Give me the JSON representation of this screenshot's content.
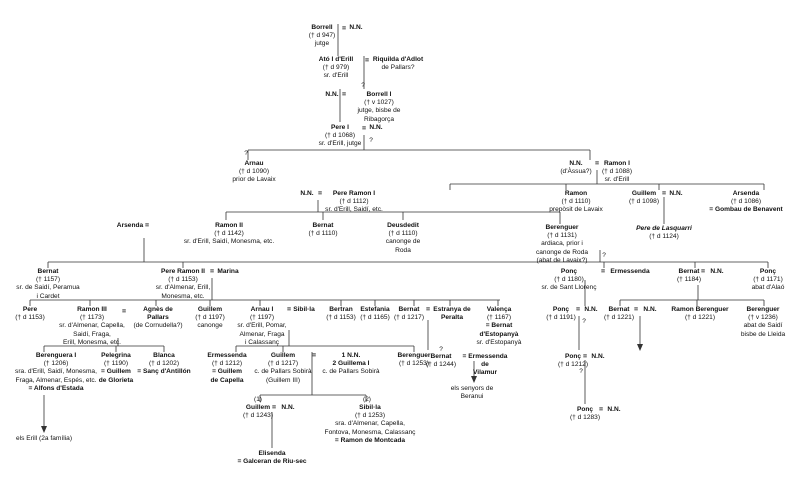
{
  "persons": {
    "borrell": {
      "name": "Borrell",
      "lines": [
        "(† d 947)",
        "jutge"
      ]
    },
    "nn1": {
      "name": "N.N.",
      "lines": []
    },
    "ato": {
      "name": "Ató I d'Erill",
      "lines": [
        "(† d 979)",
        "sr. d'Erill"
      ]
    },
    "riquilda": {
      "name": "Riquilda d'Adlot",
      "lines": [
        "de Pallars?"
      ]
    },
    "nn2": {
      "name": "N.N.",
      "lines": []
    },
    "borrell1": {
      "name": "Borrell I",
      "lines": [
        "(† v 1027)",
        "jutge, bisbe de",
        "Ribagorça"
      ]
    },
    "pere1": {
      "name": "Pere I",
      "lines": [
        "(† d 1068)",
        "sr. d'Erill, jutge"
      ]
    },
    "nn3": {
      "name": "N.N.",
      "lines": []
    },
    "arnau": {
      "name": "Arnau",
      "lines": [
        "(† d 1090)",
        "prior de Lavaix"
      ]
    },
    "nn_assua": {
      "name": "N.N.",
      "lines": [
        "(d'Àssua?)"
      ]
    },
    "ramon1": {
      "name": "Ramon I",
      "lines": [
        "(† d 1088)",
        "sr. d'Erill"
      ]
    },
    "nn4": {
      "name": "N.N.",
      "lines": []
    },
    "pereramon1": {
      "name": "Pere Ramon I",
      "lines": [
        "(† d 1112)",
        "sr. d'Erill, Saidí, etc."
      ]
    },
    "ramon_prep": {
      "name": "Ramon",
      "lines": [
        "(† d 1110)",
        "prepòsit de Lavaix"
      ]
    },
    "guillem1098": {
      "name": "Guillem",
      "lines": [
        "(† d 1098)"
      ]
    },
    "nn5": {
      "name": "N.N.",
      "lines": []
    },
    "arsenda_top": {
      "name": "Arsenda",
      "lines": [
        "(† d 1086)"
      ],
      "spouse": "= Gombau de Benavent"
    },
    "pere_lasquarri": {
      "name": "Pere de Lasquarri",
      "lines": [
        "(† d 1124)"
      ]
    },
    "arsenda2": {
      "name": "Arsenda",
      "lines": []
    },
    "ramon2": {
      "name": "Ramon II",
      "lines": [
        "(† d 1142)",
        "sr. d'Erill, Saidí, Monesma, etc."
      ]
    },
    "bernat1110": {
      "name": "Bernat",
      "lines": [
        "(† d 1110)"
      ]
    },
    "deusdedit": {
      "name": "Deusdedit",
      "lines": [
        "(† d 1110)",
        "canonge de",
        "Roda"
      ]
    },
    "berenguer1131": {
      "name": "Berenguer",
      "lines": [
        "(† d 1131)",
        "ardiaca, prior i",
        "canonge de Roda",
        "(abat de Lavaix?)"
      ]
    },
    "bernat1157": {
      "name": "Bernat",
      "lines": [
        "(† 1157)",
        "sr. de Saidí, Peramua",
        "i Cardet"
      ]
    },
    "pereramon2": {
      "name": "Pere Ramon II",
      "lines": [
        "(† d 1153)",
        "sr. d'Almenar, Erill,",
        "Monesma, etc."
      ]
    },
    "marina": {
      "name": "Marina",
      "lines": []
    },
    "ponc1180": {
      "name": "Ponç",
      "lines": [
        "(† d 1180)",
        "sr. de Sant Llorenç"
      ]
    },
    "ermessenda1": {
      "name": "Ermessenda",
      "lines": []
    },
    "bernat1184": {
      "name": "Bernat",
      "lines": [
        "(† 1184)"
      ]
    },
    "nn6": {
      "name": "N.N.",
      "lines": []
    },
    "ponc1171": {
      "name": "Ponç",
      "lines": [
        "(† d 1171)",
        "abat d'Alaó"
      ]
    },
    "pere1153": {
      "name": "Pere",
      "lines": [
        "(† d 1153)"
      ]
    },
    "ramon3": {
      "name": "Ramon III",
      "lines": [
        "(† 1173)",
        "sr. d'Almenar, Capella,",
        "Saidí, Fraga,",
        "Erill, Monesma, etc."
      ]
    },
    "agnes": {
      "name": "Agnès de",
      "lines": [
        "(de Cornudella?)"
      ],
      "name2": "Pallars"
    },
    "guillem1197": {
      "name": "Guillem",
      "lines": [
        "(† d 1197)",
        "canonge"
      ]
    },
    "arnau1": {
      "name": "Arnau I",
      "lines": [
        "(† 1197)",
        "sr. d'Erill, Pomar,",
        "Almenar, Fraga",
        "i Calassanç"
      ]
    },
    "sibilla1": {
      "name": "Sibil·la",
      "lines": []
    },
    "bertran": {
      "name": "Bertran",
      "lines": [
        "(† d 1153)"
      ]
    },
    "estefania": {
      "name": "Estefania",
      "lines": [
        "(† d 1165)"
      ]
    },
    "bernat1217": {
      "name": "Bernat",
      "lines": [
        "(† d 1217)"
      ]
    },
    "estranya": {
      "name": "Estranya de",
      "lines": [],
      "name2": "Peralta"
    },
    "valenca": {
      "name": "Valença",
      "lines": [
        "(† 1167)"
      ],
      "spouse": [
        "= Bernat",
        "d'Estopanyà",
        "sr. d'Estopanyà"
      ]
    },
    "ponc1191": {
      "name": "Ponç",
      "lines": [
        "(† d 1191)"
      ]
    },
    "nn7": {
      "name": "N.N.",
      "lines": []
    },
    "bernat1221": {
      "name": "Bernat",
      "lines": [
        "(† d 1221)"
      ]
    },
    "nn8": {
      "name": "N.N.",
      "lines": []
    },
    "ramonberenguer": {
      "name": "Ramon Berenguer",
      "lines": [
        "(† d 1221)"
      ]
    },
    "berenguer1236": {
      "name": "Berenguer",
      "lines": [
        "(† v 1236)",
        "abat de Saidí",
        "bisbe de Lleida"
      ]
    },
    "berenguera1": {
      "name": "Berenguera I",
      "lines": [
        "(† 1206)",
        "sra. d'Erill, Saidí, Monesma,",
        "Fraga, Almenar, Espés, etc."
      ],
      "spouse": "= Alfons d'Estada"
    },
    "pelegrina": {
      "name": "Pelegrina",
      "lines": [
        "(† 1190)"
      ],
      "spouse": [
        "= Guillem",
        "de Glorieta"
      ]
    },
    "blanca": {
      "name": "Blanca",
      "lines": [
        "(† d 1202)"
      ],
      "spouse": "= Sanç d'Antillón"
    },
    "ermessenda1212": {
      "name": "Ermessenda",
      "lines": [
        "(† d 1212)"
      ],
      "spouse": [
        "= Guillem",
        "de Capella"
      ]
    },
    "guillem1217": {
      "name": "Guillem",
      "lines": [
        "(† d 1217)",
        "c. de Pallars Sobirà",
        "(Guillem III)"
      ]
    },
    "nn_1": {
      "name": "N.N.",
      "lines": [],
      "prefix": "1"
    },
    "guillemina": {
      "name": "Guillema I",
      "lines": [
        "c. de Pallars Sobirà"
      ],
      "prefix": "2"
    },
    "berenguer1253": {
      "name": "Berenguer",
      "lines": [
        "(† d 1253)"
      ]
    },
    "bernat1244": {
      "name": "Bernat",
      "lines": [
        "(† d 1244)"
      ]
    },
    "ermessenda_vil": {
      "name": "",
      "lines": [],
      "spouse": [
        "= Ermessenda",
        "de",
        "Vilamur"
      ]
    },
    "ponc1212": {
      "name": "Ponç",
      "lines": [
        "(† d 1212)"
      ]
    },
    "nn9": {
      "name": "N.N.",
      "lines": []
    },
    "guillem1243": {
      "name": "Guillem",
      "lines": [
        "(† d 1243)"
      ]
    },
    "nn10": {
      "name": "N.N.",
      "lines": []
    },
    "sibilla2": {
      "name": "Sibil·la",
      "lines": [
        "(† d 1253)",
        "sra. d'Almenar, Capella,",
        "Fontova, Monesma, Calassanç"
      ],
      "spouse": "= Ramon de Montcada"
    },
    "ponc1283": {
      "name": "Ponç",
      "lines": [
        "(† d 1283)"
      ]
    },
    "nn11": {
      "name": "N.N.",
      "lines": []
    },
    "elisenda": {
      "name": "Elisenda",
      "lines": [],
      "spouse": "= Galceran de Riu-sec"
    }
  },
  "notes": {
    "erill2": "els Erill (2a família)",
    "beranui": [
      "els senyors de",
      "Beranui"
    ],
    "q": "?",
    "one": "(1)",
    "two": "(2)",
    "eq": "="
  }
}
